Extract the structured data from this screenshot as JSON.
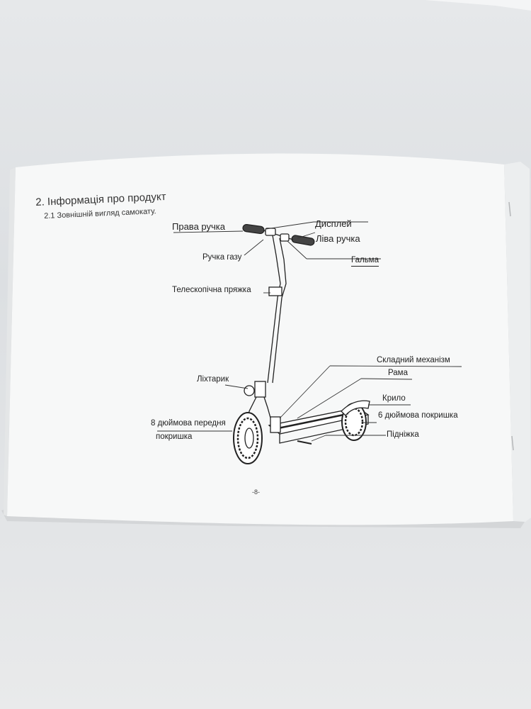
{
  "section_title": "2. Інформація про продукт",
  "subsection_title": "2.1 Зовнішній вигляд самокату.",
  "labels": {
    "right_handle": "Права ручка",
    "display": "Дисплей",
    "left_handle": "Ліва ручка",
    "throttle": "Ручка газу",
    "brakes": "Гальма",
    "telescopic_clamp": "Телескопічна пряжка",
    "folding_mechanism": "Складний механізм",
    "frame": "Рама",
    "headlight": "Ліхтарик",
    "fender": "Крило",
    "front_tire_line1": "8 дюймова передня",
    "front_tire_line2": "покришка",
    "rear_tire": "6 дюймова покришка",
    "kickstand": "Підніжка"
  },
  "page_number": "-8-"
}
